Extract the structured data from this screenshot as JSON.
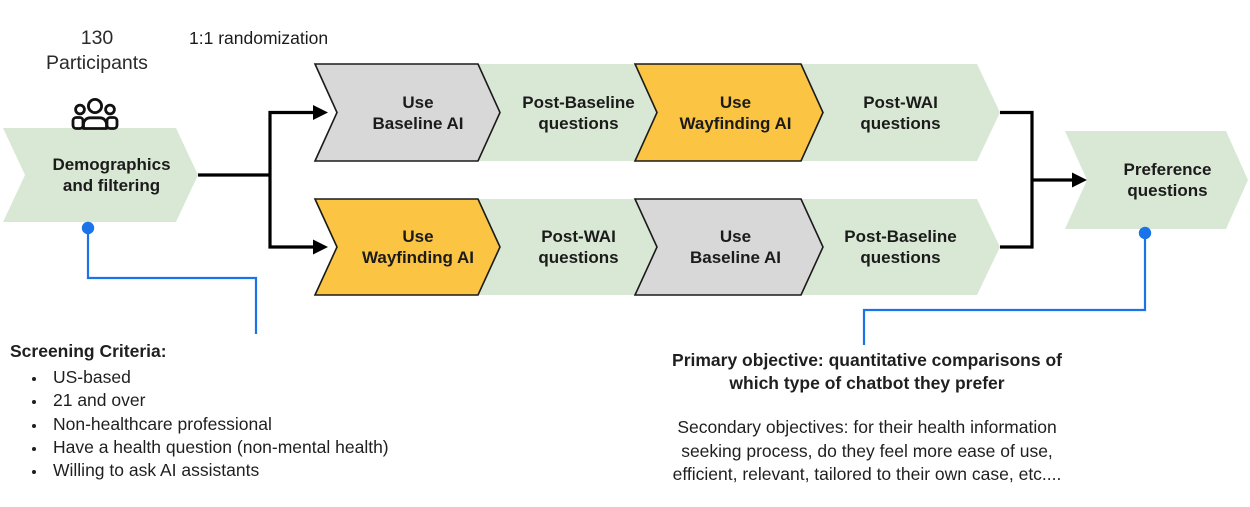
{
  "meta": {
    "participants_label": "130\nParticipants",
    "randomization_label": "1:1 randomization"
  },
  "flow": {
    "start": {
      "label": "Demographics\nand filtering",
      "variant": "survey-green"
    },
    "rows": [
      {
        "steps": [
          {
            "label": "Use\nBaseline AI",
            "variant": "baseline-gray"
          },
          {
            "label": "Post-Baseline\nquestions",
            "variant": "survey-green"
          },
          {
            "label": "Use\nWayfinding AI",
            "variant": "wayfinding-yellow"
          },
          {
            "label": "Post-WAI\nquestions",
            "variant": "survey-green"
          }
        ]
      },
      {
        "steps": [
          {
            "label": "Use\nWayfinding AI",
            "variant": "wayfinding-yellow"
          },
          {
            "label": "Post-WAI\nquestions",
            "variant": "survey-green"
          },
          {
            "label": "Use\nBaseline AI",
            "variant": "baseline-gray"
          },
          {
            "label": "Post-Baseline\nquestions",
            "variant": "survey-green"
          }
        ]
      }
    ],
    "end": {
      "label": "Preference\nquestions",
      "variant": "survey-green"
    }
  },
  "screening": {
    "title": "Screening Criteria:",
    "items": [
      "US-based",
      "21 and over",
      "Non-healthcare professional",
      "Have a health question (non-mental health)",
      "Willing to ask AI assistants"
    ]
  },
  "objectives": {
    "primary": "Primary objective: quantitative comparisons of\nwhich type of chatbot they prefer",
    "secondary": "Secondary objectives: for their health information\nseeking process, do they feel more ease of use,\nefficient, relevant, tailored to their own case, etc...."
  },
  "icons": {
    "people_group": "group-of-three-people-outline"
  },
  "colors": {
    "step_green": "#d9e8d4",
    "step_gray": "#d8d8d8",
    "step_yellow": "#fbc442",
    "shape_outline": "#1a1a1a",
    "connector_black": "#000000",
    "callout_blue": "#1a73e8",
    "text": "#1f1f1f"
  }
}
